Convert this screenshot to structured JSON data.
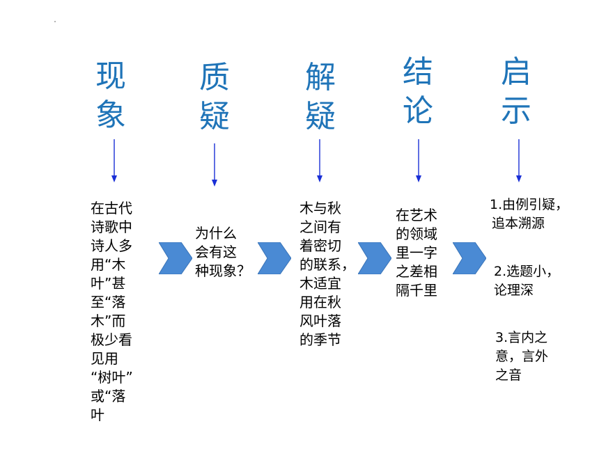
{
  "headings": [
    {
      "line1": "现",
      "line2": "象"
    },
    {
      "line1": "质",
      "line2": "疑"
    },
    {
      "line1": "解",
      "line2": "疑"
    },
    {
      "line1": "结",
      "line2": "论"
    },
    {
      "line1": "启",
      "line2": "示"
    }
  ],
  "phenomenon_lines": [
    "在古代",
    "诗歌中",
    "诗人多",
    "用“木",
    "叶”甚",
    "至“落",
    "木”而",
    "极少看",
    "见用",
    "“树叶”",
    "或“落",
    "叶"
  ],
  "question_lines": [
    "为什么",
    "会有这",
    "种现象？"
  ],
  "resolution_lines": [
    "木与秋",
    "之间有",
    "着密切",
    "的联系，",
    "木适宜",
    "用在秋",
    "风叶落",
    "的季节"
  ],
  "conclusion_lines": [
    "在艺术",
    "的领域",
    "里一字",
    "之差相",
    "隔千里"
  ],
  "insights": [
    {
      "line1": "1.由例引疑，",
      "line2": "追本溯源"
    },
    {
      "line1": "2.选题小，",
      "line2": "论理深"
    },
    {
      "line1": "3.言内之",
      "line2": "意，言外",
      "line3": "之音"
    }
  ],
  "colors": {
    "heading": "#1f74b8",
    "arrow": "#1a2fd6",
    "chevron": "#4a8ad4"
  }
}
